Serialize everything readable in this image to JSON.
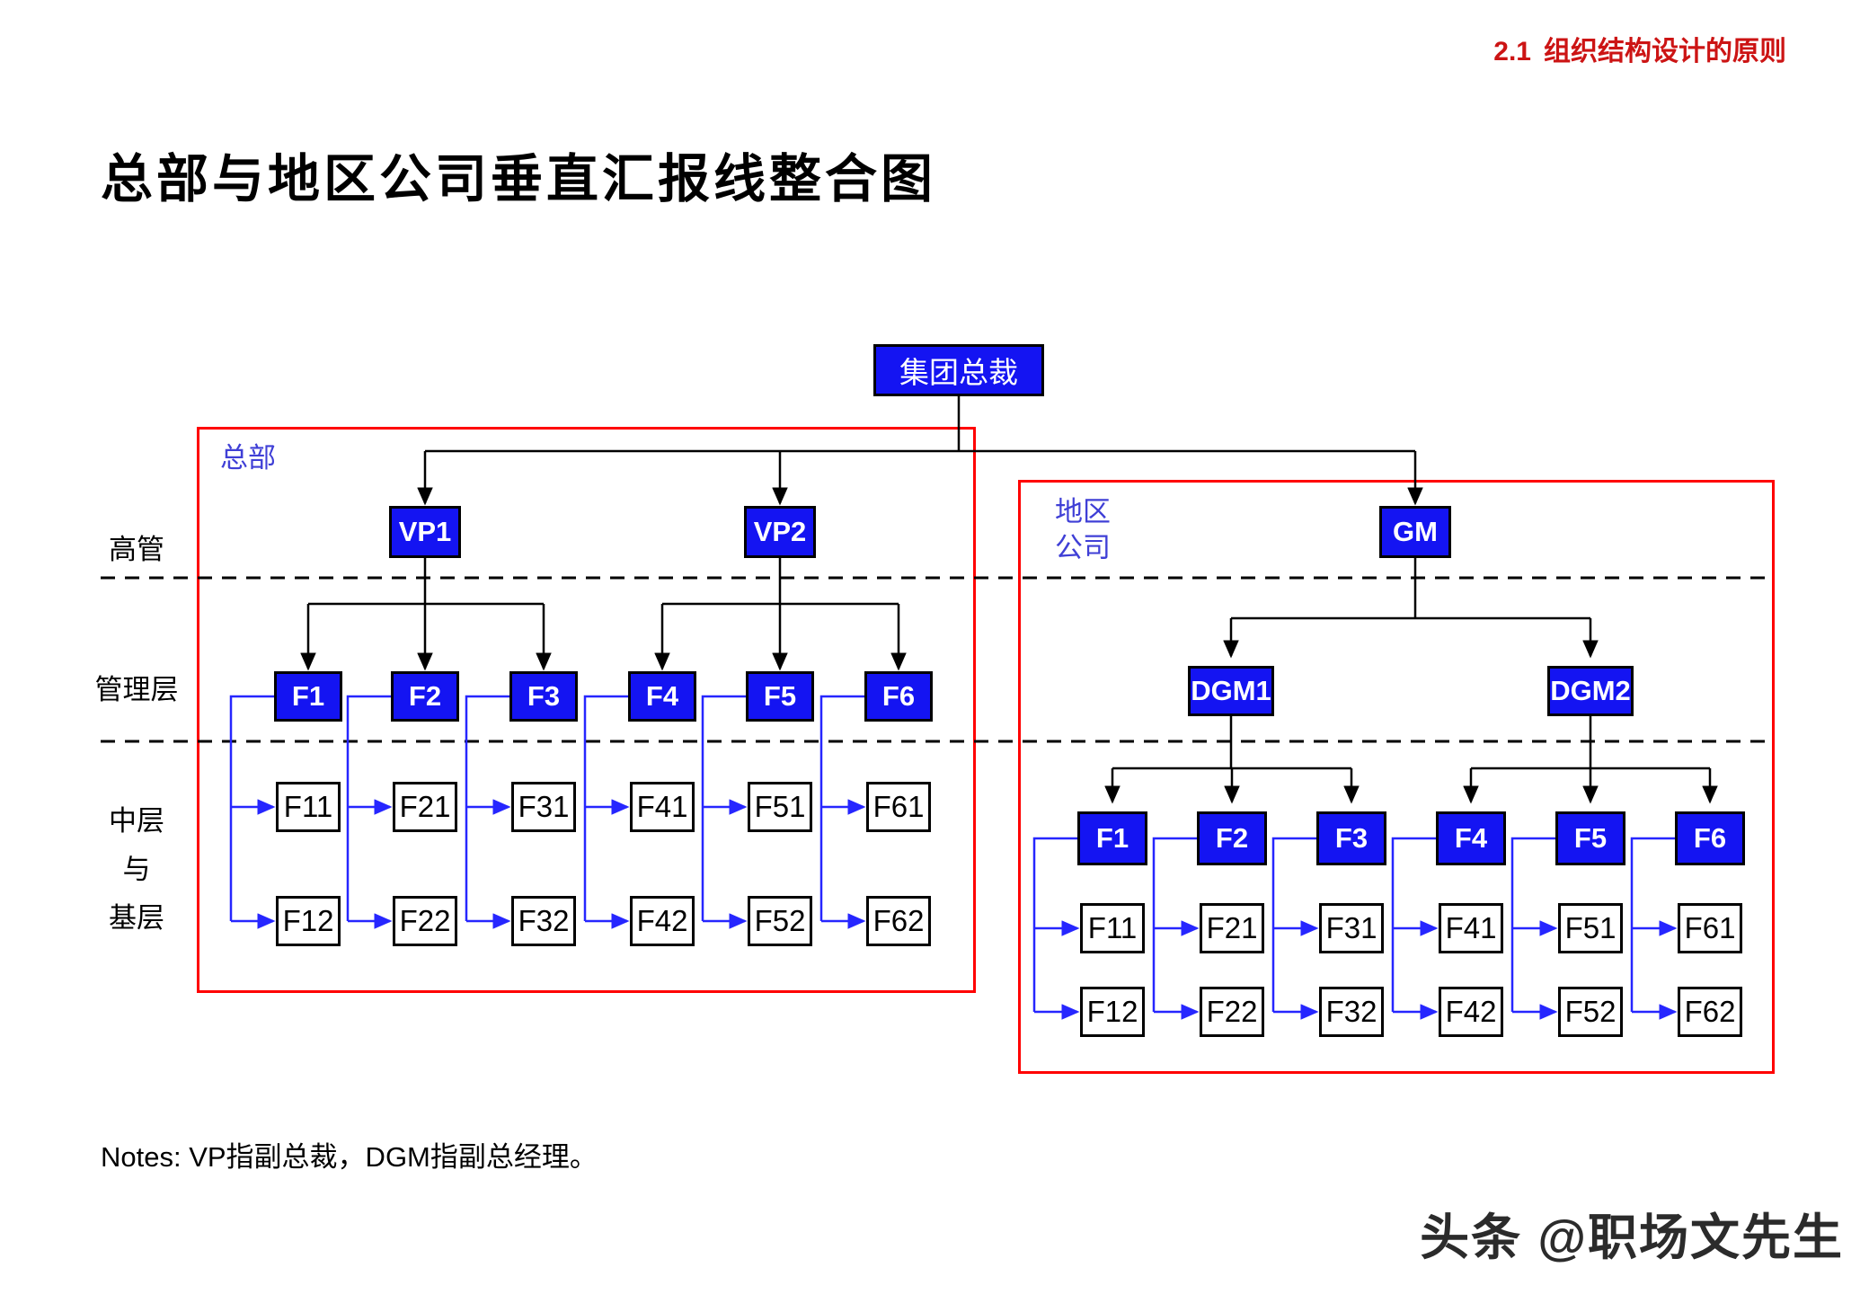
{
  "header": {
    "section_number": "2.1",
    "section_title": "组织结构设计的原则"
  },
  "title": "总部与地区公司垂直汇报线整合图",
  "colors": {
    "box_blue": "#1414f2",
    "connector_blue": "#2626ff",
    "region_red": "#ff0000",
    "header_red": "#cc1414",
    "region_label_blue": "#3f3fd6"
  },
  "ceo": {
    "label": "集团总裁"
  },
  "levels": [
    {
      "label": "高管"
    },
    {
      "label": "管理层"
    },
    {
      "label": "中层"
    },
    {
      "label": "与"
    },
    {
      "label": "基层"
    }
  ],
  "hq": {
    "region_label": "总部",
    "executives": [
      "VP1",
      "VP2"
    ],
    "managers": [
      "F1",
      "F2",
      "F3",
      "F4",
      "F5",
      "F6"
    ],
    "sub_row1": [
      "F11",
      "F21",
      "F31",
      "F41",
      "F51",
      "F61"
    ],
    "sub_row2": [
      "F12",
      "F22",
      "F32",
      "F42",
      "F52",
      "F62"
    ]
  },
  "regional": {
    "region_label_line1": "地区",
    "region_label_line2": "公司",
    "gm_label": "GM",
    "deputies": [
      "DGM1",
      "DGM2"
    ],
    "managers": [
      "F1",
      "F2",
      "F3",
      "F4",
      "F5",
      "F6"
    ],
    "sub_row1": [
      "F11",
      "F21",
      "F31",
      "F41",
      "F51",
      "F61"
    ],
    "sub_row2": [
      "F12",
      "F22",
      "F32",
      "F42",
      "F52",
      "F62"
    ]
  },
  "notes": "Notes: VP指副总裁，DGM指副总经理。",
  "watermark": "头条 @职场文先生"
}
